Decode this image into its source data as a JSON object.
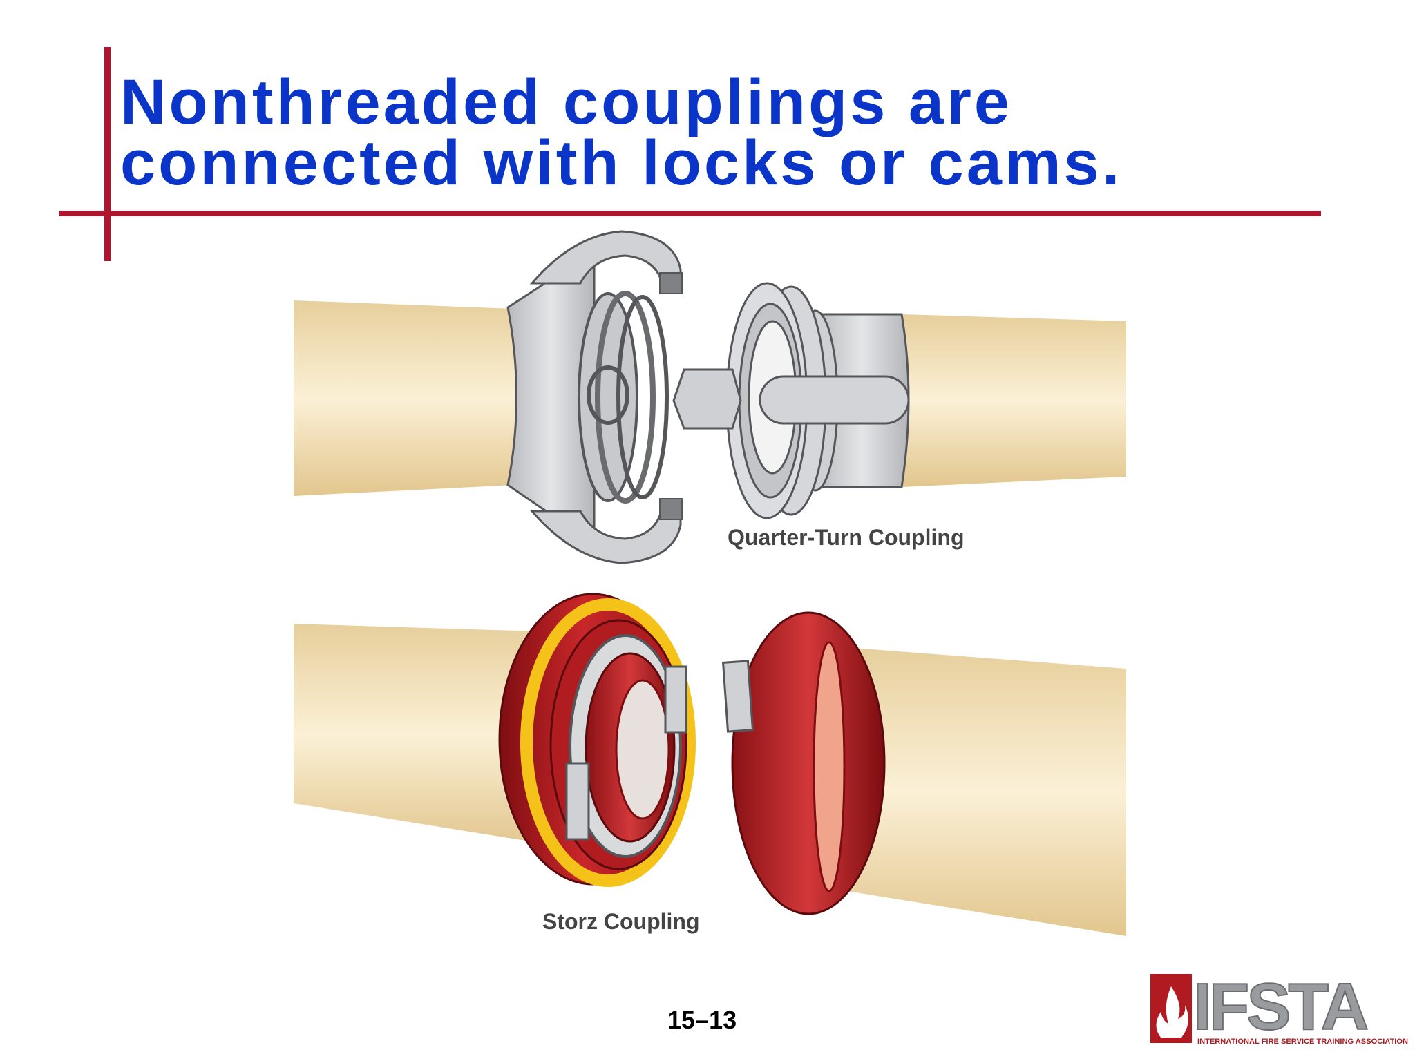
{
  "slide": {
    "title_line1": "Nonthreaded couplings are",
    "title_line2": "connected with locks or cams.",
    "page_number": "15–13"
  },
  "labels": {
    "quarter_turn": "Quarter-Turn Coupling",
    "storz": "Storz Coupling"
  },
  "logo": {
    "name": "IFSTA",
    "tagline": "INTERNATIONAL FIRE SERVICE TRAINING ASSOCIATION"
  },
  "colors": {
    "title": "#0a35c8",
    "accent_lines": "#b0152f",
    "hose": "#efd9aa",
    "metal": "#cfd0d3",
    "storz_red": "#a8161c",
    "storz_yellow": "#f5c21a"
  }
}
